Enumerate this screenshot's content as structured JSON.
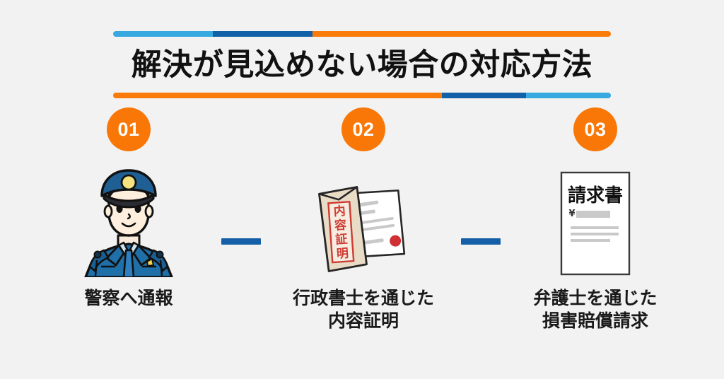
{
  "background_color": "#f2f2f2",
  "title": {
    "text": "解決が見込めない場合の対応方法",
    "color": "#111111",
    "top_rule": [
      {
        "color": "#36a9e1",
        "flex": 20
      },
      {
        "color": "#1160a8",
        "flex": 20
      },
      {
        "color": "#fa7b0a",
        "flex": 60
      }
    ],
    "bottom_rule": [
      {
        "color": "#fa7b0a",
        "flex": 66
      },
      {
        "color": "#1160a8",
        "flex": 17
      },
      {
        "color": "#36a9e1",
        "flex": 17
      }
    ]
  },
  "accent_colors": {
    "orange": "#fa7b0a",
    "badge_orange": "#f97707",
    "dark_blue": "#1160a8",
    "light_blue": "#36a9e1",
    "connector_blue": "#155fa6"
  },
  "steps": [
    {
      "number": "01",
      "icon": "police-officer-illustration",
      "caption": "警察へ通報"
    },
    {
      "number": "02",
      "icon": "certified-mail-envelope-illustration",
      "caption": "行政書士を通じた\n内容証明",
      "envelope_label": "内容証明"
    },
    {
      "number": "03",
      "icon": "invoice-document-illustration",
      "caption": "弁護士を通じた\n損害賠償請求",
      "document_heading": "請求書",
      "currency_symbol": "¥"
    }
  ],
  "connectors": [
    {
      "name": "connector-step1-step2",
      "color": "#155fa6"
    },
    {
      "name": "connector-step2-step3",
      "color": "#155fa6"
    }
  ]
}
